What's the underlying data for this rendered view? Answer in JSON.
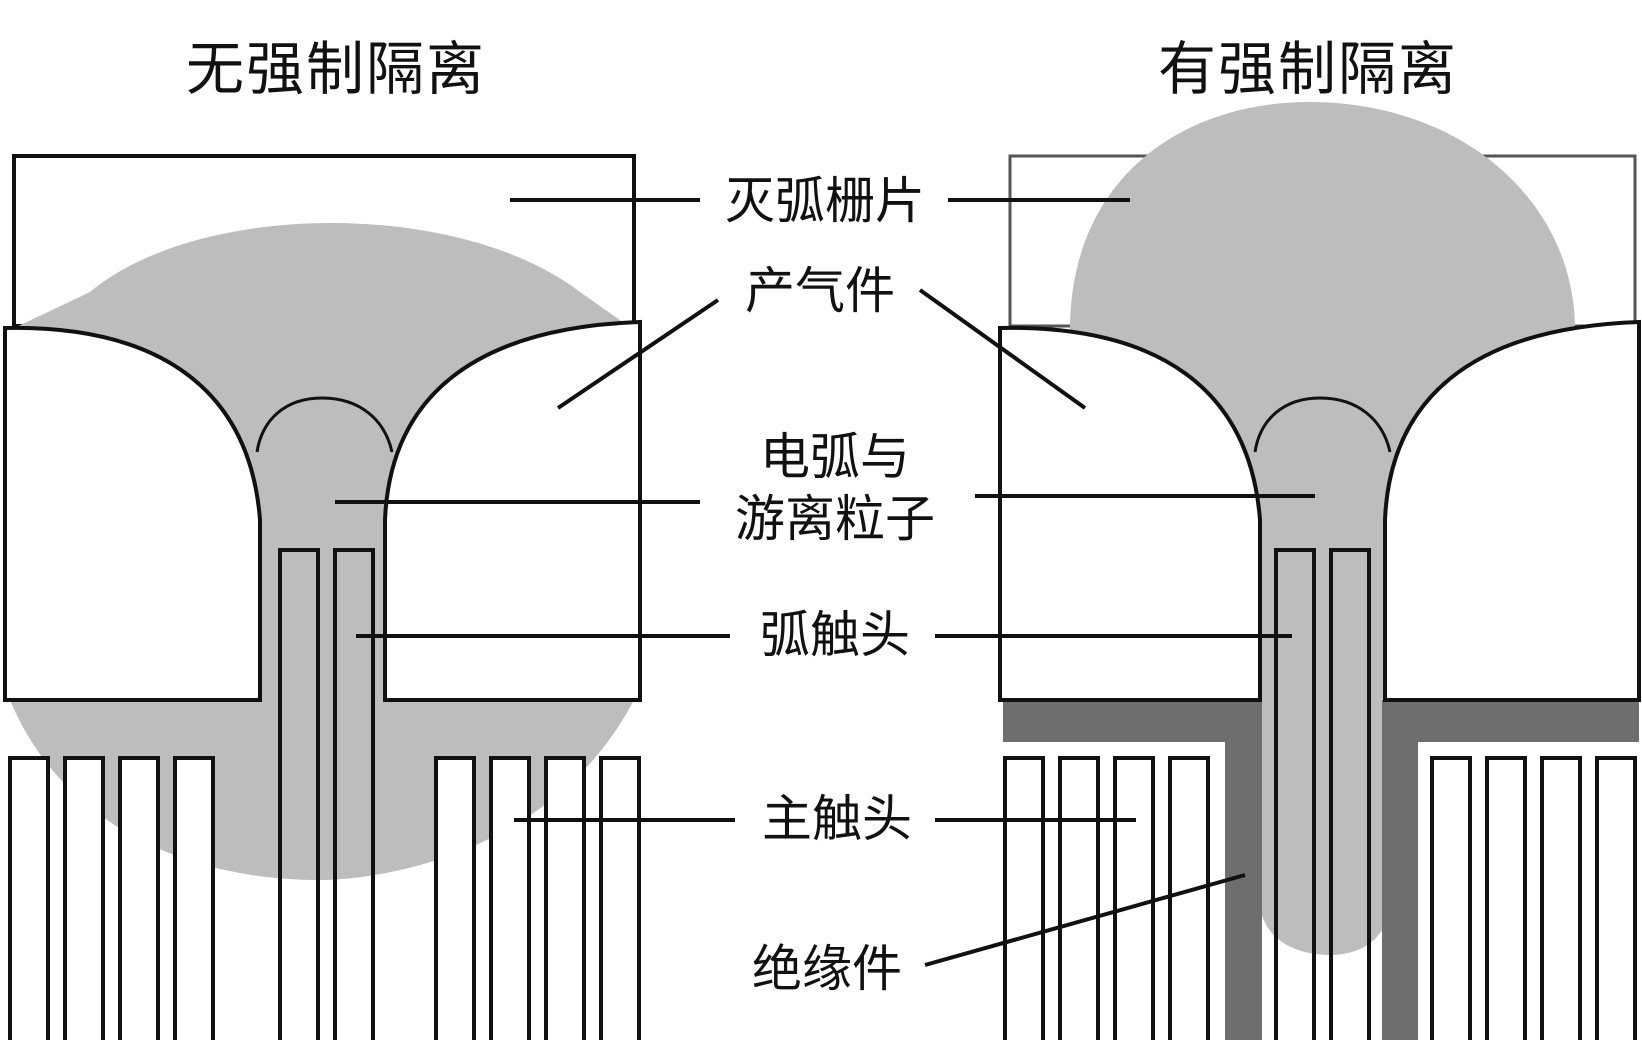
{
  "titles": {
    "left": "无强制隔离",
    "right": "有强制隔离"
  },
  "labels": {
    "arc_chute": "灭弧栅片",
    "gas_generator": "产气件",
    "arc_particles_line1": "电弧与",
    "arc_particles_line2": "游离粒子",
    "arc_contact": "弧触头",
    "main_contact": "主触头",
    "insulator": "绝缘件"
  },
  "colors": {
    "outline": "#111111",
    "arc_cloud": "#bdbdbd",
    "insulator": "#6e6e6e",
    "background": "#ffffff"
  }
}
